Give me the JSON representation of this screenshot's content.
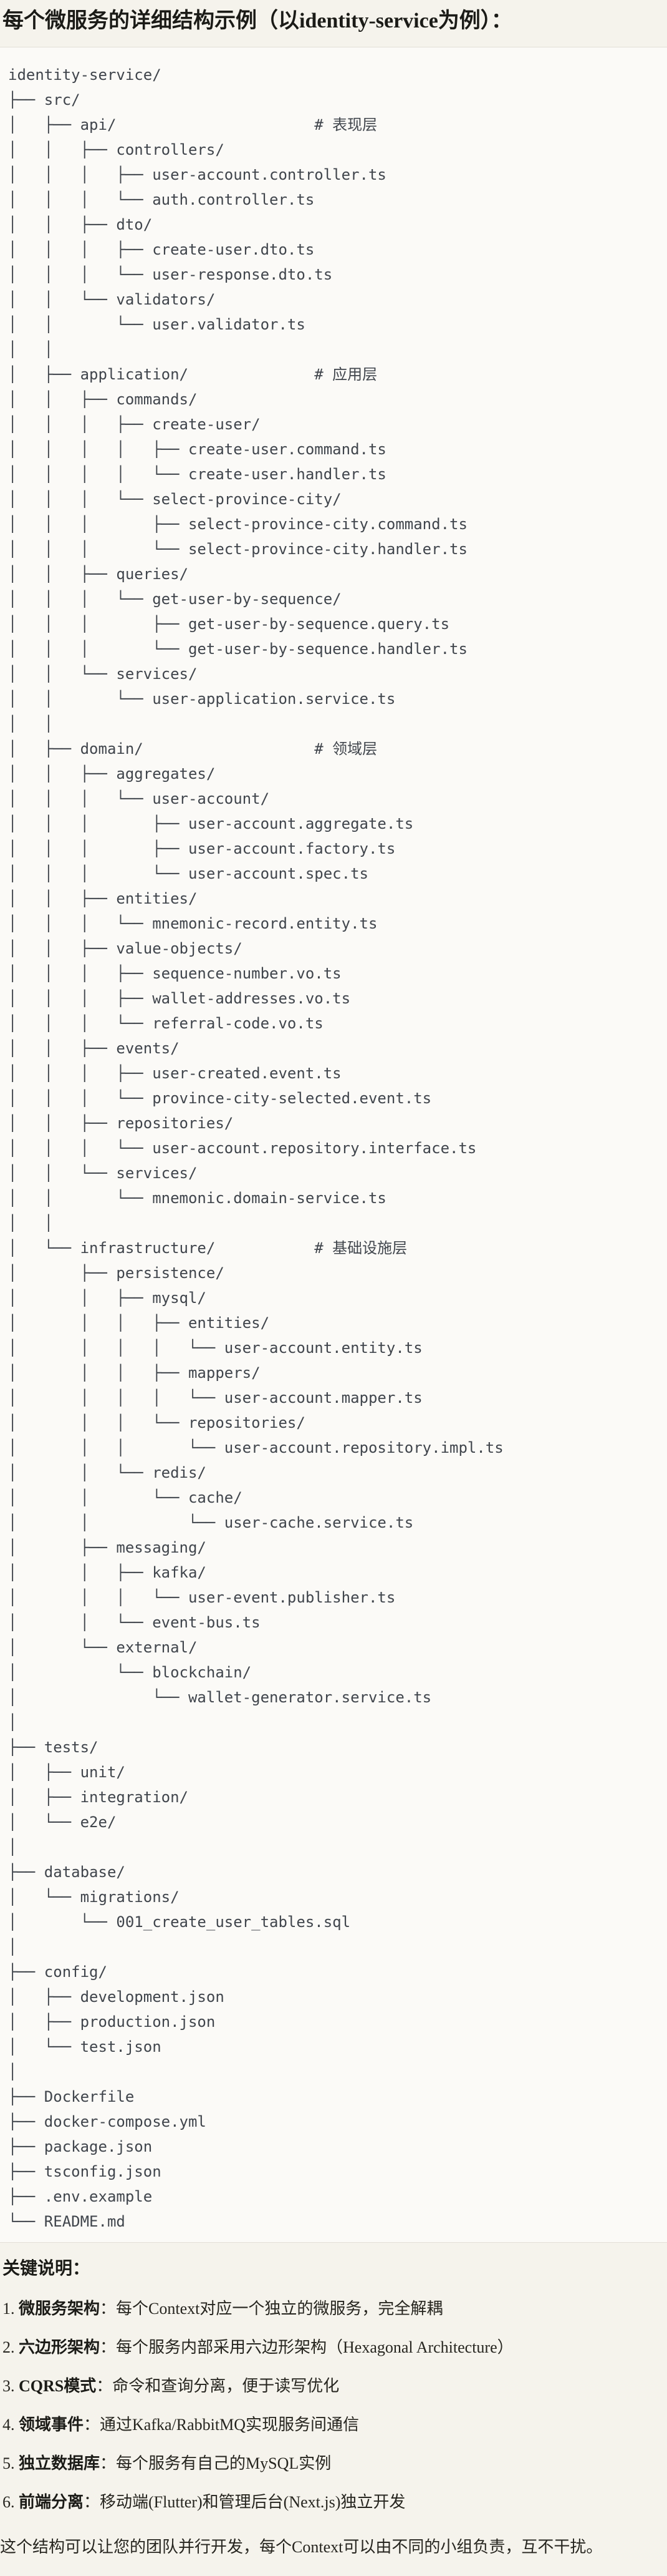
{
  "page": {
    "title": "每个微服务的详细结构示例（以identity-service为例）：",
    "colors": {
      "page_bg": "#f5f3ec",
      "code_bg": "#fbfaf7",
      "code_border": "#e3e0d7",
      "code_text": "#40454c",
      "heading_text": "#1b1b17",
      "body_text": "#26251f"
    }
  },
  "code_block": {
    "language": "plaintext-directory-tree",
    "lines": [
      "identity-service/",
      "├── src/",
      "│   ├── api/                      # 表现层",
      "│   │   ├── controllers/",
      "│   │   │   ├── user-account.controller.ts",
      "│   │   │   └── auth.controller.ts",
      "│   │   ├── dto/",
      "│   │   │   ├── create-user.dto.ts",
      "│   │   │   └── user-response.dto.ts",
      "│   │   └── validators/",
      "│   │       └── user.validator.ts",
      "│   │",
      "│   ├── application/              # 应用层",
      "│   │   ├── commands/",
      "│   │   │   ├── create-user/",
      "│   │   │   │   ├── create-user.command.ts",
      "│   │   │   │   └── create-user.handler.ts",
      "│   │   │   └── select-province-city/",
      "│   │   │       ├── select-province-city.command.ts",
      "│   │   │       └── select-province-city.handler.ts",
      "│   │   ├── queries/",
      "│   │   │   └── get-user-by-sequence/",
      "│   │   │       ├── get-user-by-sequence.query.ts",
      "│   │   │       └── get-user-by-sequence.handler.ts",
      "│   │   └── services/",
      "│   │       └── user-application.service.ts",
      "│   │",
      "│   ├── domain/                   # 领域层",
      "│   │   ├── aggregates/",
      "│   │   │   └── user-account/",
      "│   │   │       ├── user-account.aggregate.ts",
      "│   │   │       ├── user-account.factory.ts",
      "│   │   │       └── user-account.spec.ts",
      "│   │   ├── entities/",
      "│   │   │   └── mnemonic-record.entity.ts",
      "│   │   ├── value-objects/",
      "│   │   │   ├── sequence-number.vo.ts",
      "│   │   │   ├── wallet-addresses.vo.ts",
      "│   │   │   └── referral-code.vo.ts",
      "│   │   ├── events/",
      "│   │   │   ├── user-created.event.ts",
      "│   │   │   └── province-city-selected.event.ts",
      "│   │   ├── repositories/",
      "│   │   │   └── user-account.repository.interface.ts",
      "│   │   └── services/",
      "│   │       └── mnemonic.domain-service.ts",
      "│   │",
      "│   └── infrastructure/           # 基础设施层",
      "│       ├── persistence/",
      "│       │   ├── mysql/",
      "│       │   │   ├── entities/",
      "│       │   │   │   └── user-account.entity.ts",
      "│       │   │   ├── mappers/",
      "│       │   │   │   └── user-account.mapper.ts",
      "│       │   │   └── repositories/",
      "│       │   │       └── user-account.repository.impl.ts",
      "│       │   └── redis/",
      "│       │       └── cache/",
      "│       │           └── user-cache.service.ts",
      "│       ├── messaging/",
      "│       │   ├── kafka/",
      "│       │   │   └── user-event.publisher.ts",
      "│       │   └── event-bus.ts",
      "│       └── external/",
      "│           └── blockchain/",
      "│               └── wallet-generator.service.ts",
      "│",
      "├── tests/",
      "│   ├── unit/",
      "│   ├── integration/",
      "│   └── e2e/",
      "│",
      "├── database/",
      "│   └── migrations/",
      "│       └── 001_create_user_tables.sql",
      "│",
      "├── config/",
      "│   ├── development.json",
      "│   ├── production.json",
      "│   └── test.json",
      "│",
      "├── Dockerfile",
      "├── docker-compose.yml",
      "├── package.json",
      "├── tsconfig.json",
      "├── .env.example",
      "└── README.md"
    ]
  },
  "notes": {
    "heading": "关键说明：",
    "colon": "：",
    "items": [
      {
        "number": "1.",
        "term": "微服务架构",
        "text": "每个Context对应一个独立的微服务，完全解耦"
      },
      {
        "number": "2.",
        "term": "六边形架构",
        "text": "每个服务内部采用六边形架构（Hexagonal Architecture）"
      },
      {
        "number": "3.",
        "term": "CQRS模式",
        "text": "命令和查询分离，便于读写优化"
      },
      {
        "number": "4.",
        "term": "领域事件",
        "text": "通过Kafka/RabbitMQ实现服务间通信"
      },
      {
        "number": "5.",
        "term": "独立数据库",
        "text": "每个服务有自己的MySQL实例"
      },
      {
        "number": "6.",
        "term": "前端分离",
        "text": "移动端(Flutter)和管理后台(Next.js)独立开发"
      }
    ],
    "footer": "这个结构可以让您的团队并行开发，每个Context可以由不同的小组负责，互不干扰。"
  }
}
